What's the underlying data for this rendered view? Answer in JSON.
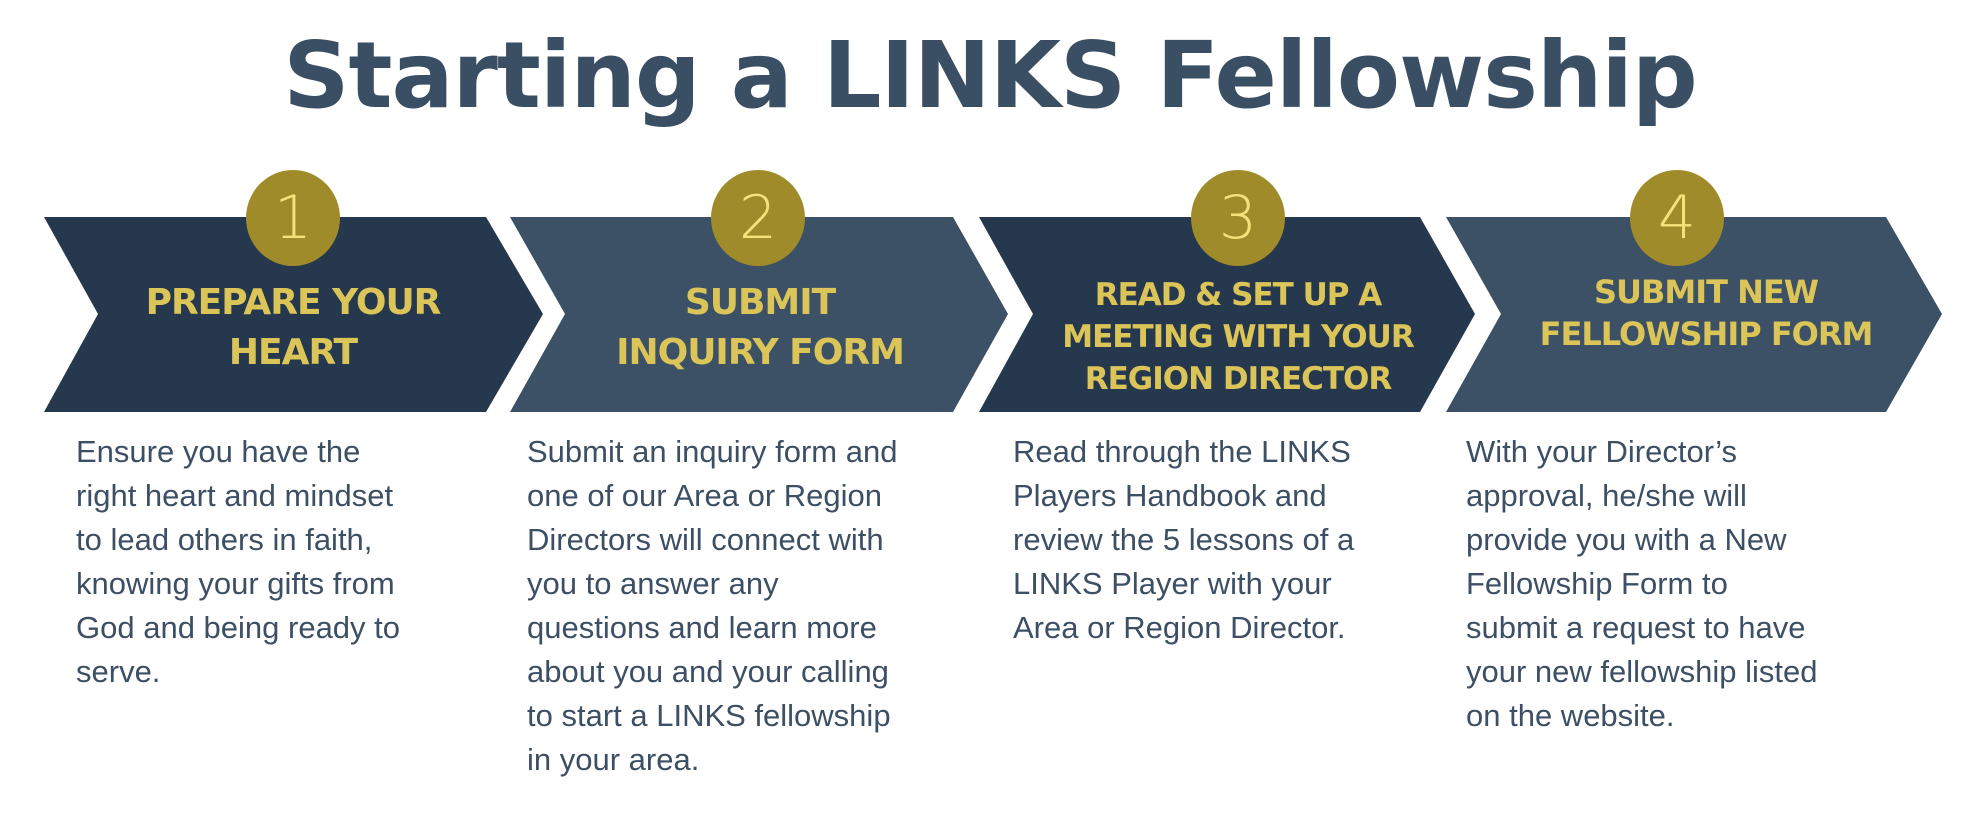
{
  "title": "Starting a LINKS Fellowship",
  "colors": {
    "arrow_dark": "#26384d",
    "arrow_light": "#3c5166",
    "circle": "#a08b2b",
    "heading": "#dcc558",
    "text": "#3d4f64"
  },
  "steps": [
    {
      "number": "1",
      "heading": [
        "PREPARE YOUR",
        "HEART"
      ],
      "body": [
        "Ensure you have the",
        "right heart and mindset",
        "to lead others in faith,",
        "knowing your gifts from",
        "God and being ready to",
        "serve."
      ]
    },
    {
      "number": "2",
      "heading": [
        "SUBMIT",
        "INQUIRY FORM"
      ],
      "body": [
        "Submit an inquiry form and",
        "one of our Area or Region",
        "Directors will connect with",
        "you to answer any",
        "questions and learn more",
        "about you and your calling",
        "to start a LINKS fellowship",
        "in your area."
      ]
    },
    {
      "number": "3",
      "heading": [
        "READ & SET UP A",
        "MEETING WITH YOUR",
        "REGION DIRECTOR"
      ],
      "body": [
        "Read through the LINKS",
        "Players Handbook and",
        "review the 5 lessons of a",
        "LINKS Player with your",
        "Area or Region Director."
      ]
    },
    {
      "number": "4",
      "heading": [
        "SUBMIT NEW",
        "FELLOWSHIP FORM"
      ],
      "body": [
        "With your Director’s",
        "approval, he/she will",
        "provide you with a New",
        "Fellowship Form to",
        "submit a request to have",
        "your new fellowship listed",
        "on the website."
      ]
    }
  ]
}
